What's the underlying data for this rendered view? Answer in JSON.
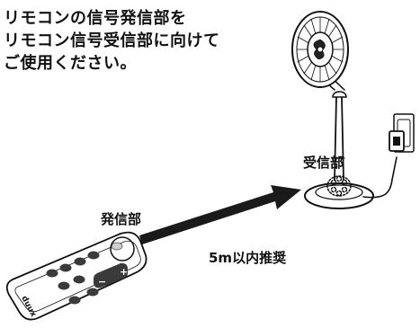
{
  "instruction": {
    "line1": "リモコンの信号発信部を",
    "line2": "リモコン信号受信部に向けて",
    "line3": "ご使用ください。"
  },
  "labels": {
    "receiver": "受信部",
    "transmitter": "発信部",
    "distance": "5m以内推奨"
  },
  "remote": {
    "brand": "duux",
    "plus_symbol": "+",
    "minus_symbol": "−"
  },
  "colors": {
    "ink": "#111111",
    "arrow": "#1a1a1a",
    "remote_button": "#3a3a3a",
    "background": "#ffffff"
  }
}
